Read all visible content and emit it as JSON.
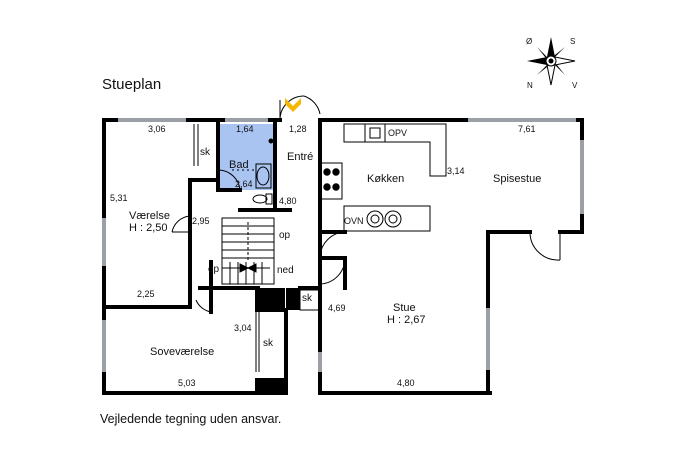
{
  "title": "Stueplan",
  "footer": "Vejledende tegning uden ansvar.",
  "compass": {
    "n": "N",
    "s": "S",
    "o": "Ø",
    "v": "V"
  },
  "rooms": {
    "bad": "Bad",
    "entre": "Entré",
    "kokken": "Køkken",
    "spisestue": "Spisestue",
    "vaerelse": "Værelse",
    "vaerelse_h": "H : 2,50",
    "stue": "Stue",
    "stue_h": "H : 2,67",
    "sovevaerelse": "Soveværelse"
  },
  "labels": {
    "sk1": "sk",
    "sk2": "sk",
    "sk3": "sk",
    "op1": "op",
    "op2": "op",
    "ned": "ned",
    "opv": "OPV",
    "ovn": "OVN"
  },
  "dims": {
    "d306": "3,06",
    "d164": "1,64",
    "d128": "1,28",
    "d761": "7,61",
    "d264": "2,64",
    "d480a": "4,80",
    "d314": "3,14",
    "d531": "5,31",
    "d295": "2,95",
    "d225": "2,25",
    "d469": "4,69",
    "d304": "3,04",
    "d503": "5,03",
    "d480b": "4,80"
  },
  "colors": {
    "wall": "#000000",
    "bath_fill": "#a9c4f1",
    "door_marker": "#f5b800",
    "window": "#9aa0a6"
  }
}
